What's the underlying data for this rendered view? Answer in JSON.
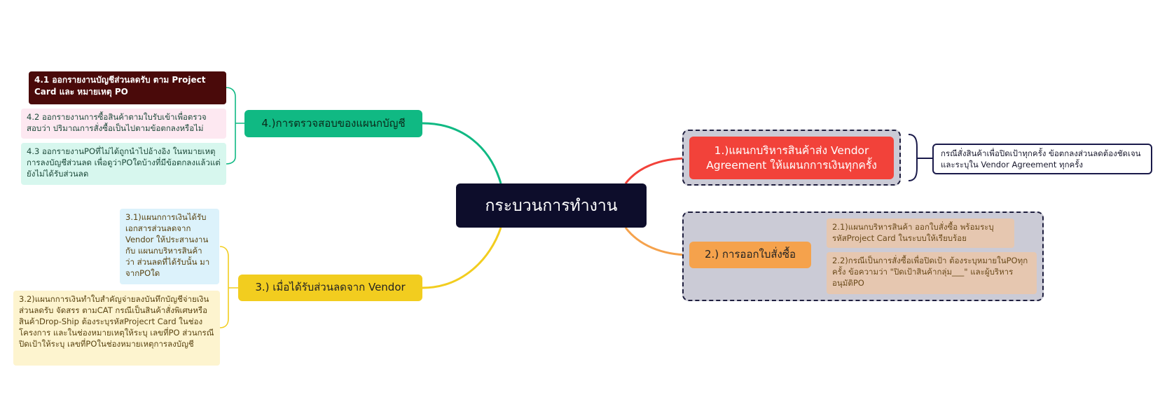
{
  "central": {
    "title": "กระบวนการทำงาน"
  },
  "branches": {
    "b1": {
      "label": "1.)แผนกบริหารสินค้าส่ง Vendor Agreement ให้แผนกการเงินทุกครั้ง"
    },
    "b2": {
      "label": "2.) การออกใบสั่งซื้อ"
    },
    "b3": {
      "label": "3.) เมื่อได้รับส่วนลดจาก Vendor"
    },
    "b4": {
      "label": "4.)การตรวจสอบของแผนกบัญชี"
    }
  },
  "note1": {
    "text": "กรณีสั่งสินค้าเพื่อปิดเป้าทุกครั้ง ข้อตกลงส่วนลดต้องชัดเจน และระบุใน Vendor Agreement ทุกครั้ง"
  },
  "leaves": {
    "l21": "2.1)แผนกบริหารสินค้า ออกใบสั่งซื้อ พร้อมระบุรหัสProject Card ในระบบให้เรียบร้อย",
    "l22": "2.2)กรณีเป็นการสั่งซื้อเพื่อปิดเป้า ต้องระบุหมายในPOทุกครั้ง ข้อความว่า \"ปิดเป้าสินค้ากลุ่ม___\" และผู้บริหารอนุมัติPO",
    "l31": "3.1)แผนกการเงินได้รับเอกสารส่วนลดจาก Vendor ให้ประสานงานกับ แผนกบริหารสินค้า ว่า ส่วนลดที่ได้รับนั้น มาจากPOใด",
    "l32": "3.2)แผนกการเงินทำใบสำคัญจ่ายลงบันทึกบัญชีจ่ายเงิน ส่วนลดรับ จัดสรร ตามCAT กรณีเป็นสินค้าสั่งพิเศษหรือสินค้าDrop-Ship ต้องระบุรหัสProjecrt Card ในช่อง โครงการ และในช่องหมายเหตุให้ระบุ เลขที่PO ส่วนกรณี ปิดเป้าให้ระบุ เลขที่POในช่องหมายเหตุการลงบัญชี",
    "l41": "4.1 ออกรายงานบัญชีส่วนลดรับ ตาม Project Card และ หมายเหตุ PO",
    "l42": "4.2 ออกรายงานการซื้อสินค้าตามใบรับเข้าเพื่อตรวจสอบว่า ปริมาณการสั่งซื้อเป็นไปตามข้อตกลงหรือไม่",
    "l43": "4.3 ออกรายงานPOที่ไม่ได้ถูกนำไปอ้างอิง ในหมายเหตุการลงบัญชีส่วนลด เพื่อดูว่าPOใดบ้างที่มีข้อตกลงแล้วแต่ยังไม่ได้รับส่วนลด"
  },
  "colors": {
    "central": "#0d0d2b",
    "branch1": "#f2423a",
    "branch2": "#f5a24c",
    "branch3": "#f2cd1f",
    "branch4": "#10b983"
  }
}
